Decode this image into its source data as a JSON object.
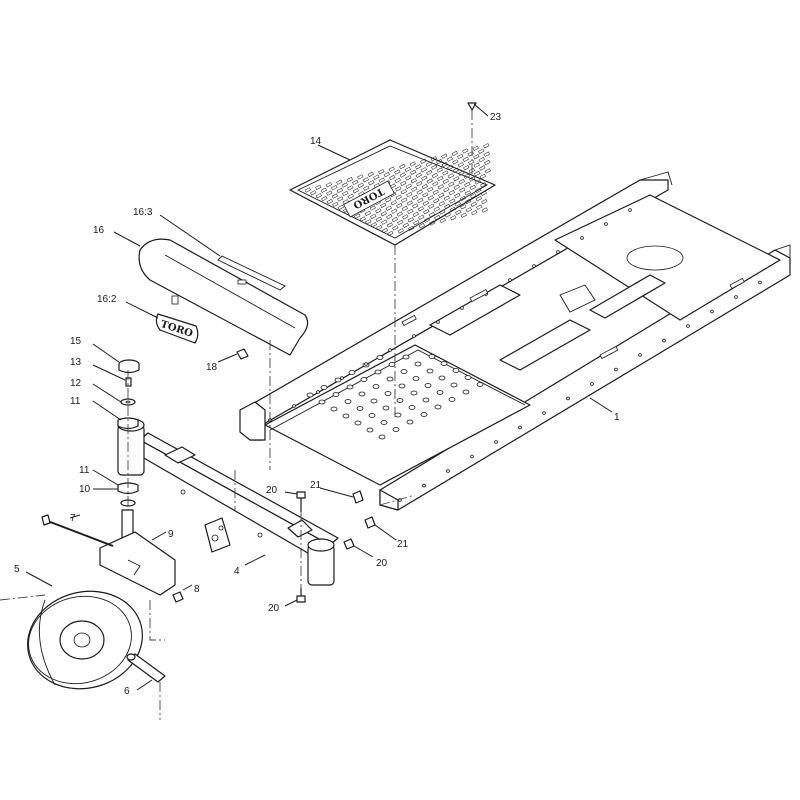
{
  "callouts": [
    {
      "id": "c1",
      "text": "1"
    },
    {
      "id": "c4",
      "text": "4"
    },
    {
      "id": "c5",
      "text": "5"
    },
    {
      "id": "c6",
      "text": "6"
    },
    {
      "id": "c7",
      "text": "7"
    },
    {
      "id": "c8",
      "text": "8"
    },
    {
      "id": "c9",
      "text": "9"
    },
    {
      "id": "c10",
      "text": "10"
    },
    {
      "id": "c11a",
      "text": "11"
    },
    {
      "id": "c11b",
      "text": "11"
    },
    {
      "id": "c12",
      "text": "12"
    },
    {
      "id": "c13",
      "text": "13"
    },
    {
      "id": "c14",
      "text": "14"
    },
    {
      "id": "c15",
      "text": "15"
    },
    {
      "id": "c16",
      "text": "16"
    },
    {
      "id": "c16_2",
      "text": "16:2"
    },
    {
      "id": "c16_3",
      "text": "16:3"
    },
    {
      "id": "c18",
      "text": "18"
    },
    {
      "id": "c20a",
      "text": "20"
    },
    {
      "id": "c20b",
      "text": "20"
    },
    {
      "id": "c20c",
      "text": "20"
    },
    {
      "id": "c21a",
      "text": "21"
    },
    {
      "id": "c21b",
      "text": "21"
    },
    {
      "id": "c23",
      "text": "23"
    }
  ],
  "logos": {
    "mat_logo": "TORO",
    "decal_logo": "TORO"
  },
  "colors": {
    "ink": "#1a1a1a",
    "background": "#ffffff"
  }
}
